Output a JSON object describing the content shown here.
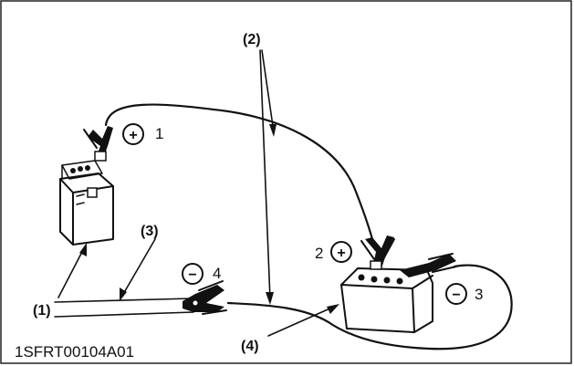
{
  "labels": {
    "cables": "(2)",
    "lead": "(3)",
    "battery_1": "(1)",
    "battery_4": "(4)"
  },
  "terminals": {
    "t1": {
      "sign": "+",
      "number": "1"
    },
    "t2": {
      "sign": "+",
      "number": "2"
    },
    "t3": {
      "sign": "−",
      "number": "3"
    },
    "t4": {
      "sign": "−",
      "number": "4"
    }
  },
  "figure_code": "1SFRT00104A01"
}
